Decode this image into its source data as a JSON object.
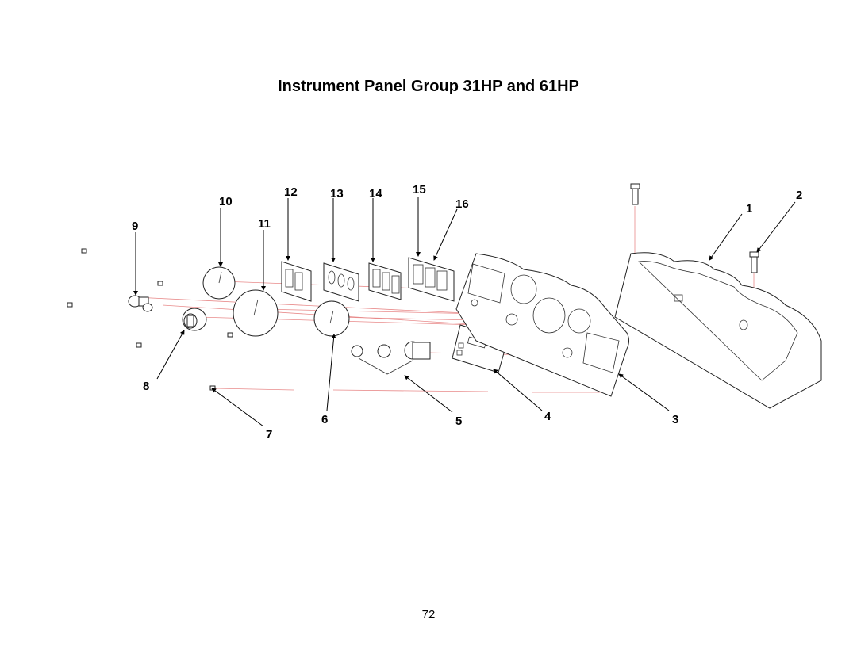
{
  "title": "Instrument Panel Group 31HP and 61HP",
  "page_number": "72",
  "callouts": [
    "1",
    "2",
    "3",
    "4",
    "5",
    "6",
    "7",
    "8",
    "9",
    "10",
    "11",
    "12",
    "13",
    "14",
    "15",
    "16"
  ],
  "colors": {
    "guide_line": "#e88a8a",
    "ink": "#000000"
  }
}
